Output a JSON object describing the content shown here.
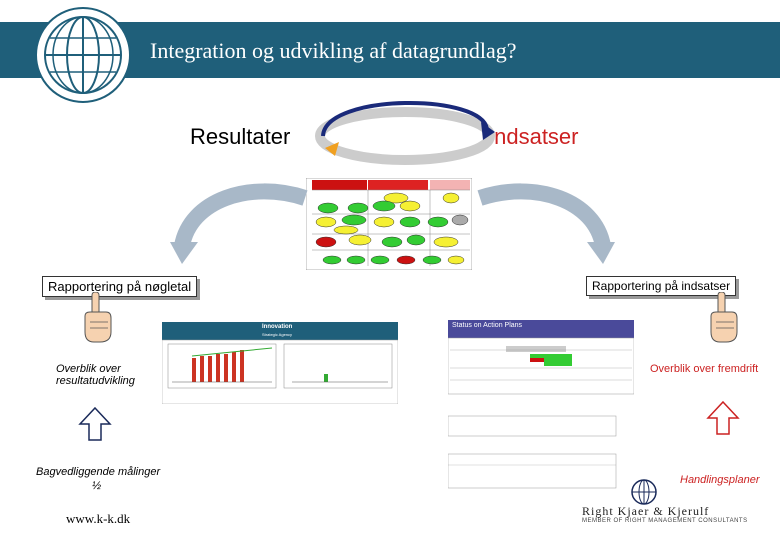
{
  "header": {
    "title": "Integration og udvikling af datagrundlag?",
    "bar_color": "#1f5f7a"
  },
  "cycle": {
    "left_label": "Resultater",
    "right_label": "Indsatser",
    "arrow_color": "#1a2a7a",
    "arrowhead_color": "#f0a020"
  },
  "left_panel": {
    "box_label": "Rapportering på nøgletal",
    "overview_text": "Overblik over resultatudvikling",
    "bottom_text": "Bagvedliggende målinger",
    "bottom_sub": "½",
    "thumbnail_title": "Innovation",
    "thumbnail_subtitle": "Strategic Agency"
  },
  "right_panel": {
    "box_label": "Rapportering på indsatser",
    "overview_text": "Overblik over fremdrift",
    "bottom_text": "Handlingsplaner",
    "thumbnail_title": "Status on Action Plans"
  },
  "footer": {
    "url": "www.k-k.dk",
    "logo_name": "Right Kjaer & Kjerulf",
    "logo_sub": "MEMBER OF RIGHT MANAGEMENT CONSULTANTS"
  },
  "icons": {
    "globe": "globe-icon",
    "hand": "pointing-hand-icon",
    "up_arrow": "up-arrow-icon"
  }
}
